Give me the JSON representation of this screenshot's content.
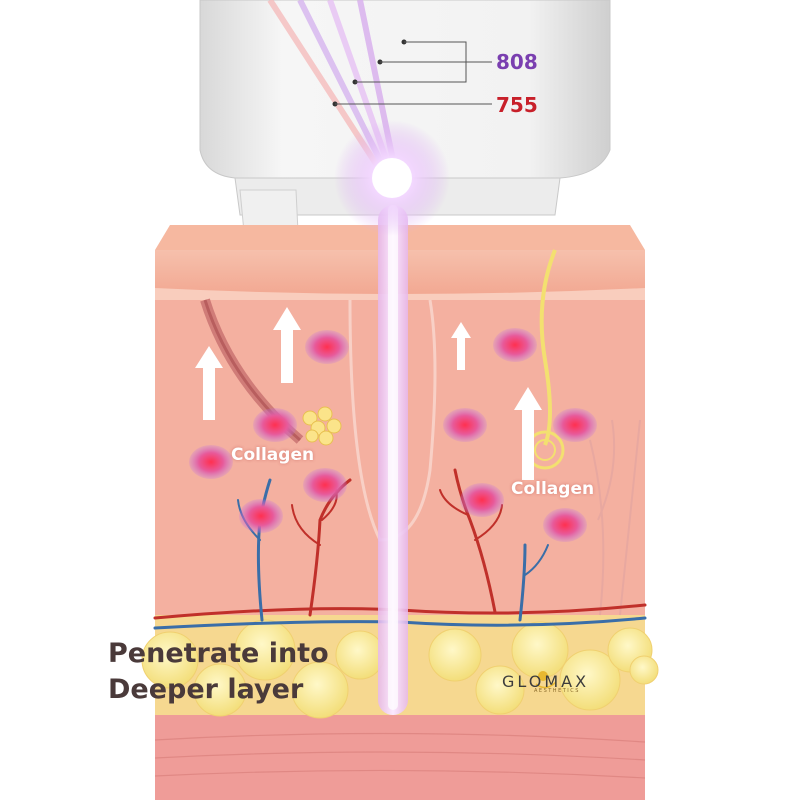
{
  "wavelengths": {
    "upper": "808",
    "lower": "755"
  },
  "labels": {
    "collagen_left": "Collagen",
    "collagen_right": "Collagen",
    "caption_line1": "Penetrate into",
    "caption_line2": "Deeper layer"
  },
  "brand": {
    "name": "GLOMAX",
    "tagline": "AESTHETICS"
  },
  "colors": {
    "beam": "#e8c8f0",
    "wavelength_808": "#7a3fb0",
    "wavelength_755": "#c8202a",
    "skin": "#f4b4a0",
    "fat": "#f8e890",
    "vein": "#3a6ea8",
    "artery": "#c0302a"
  }
}
